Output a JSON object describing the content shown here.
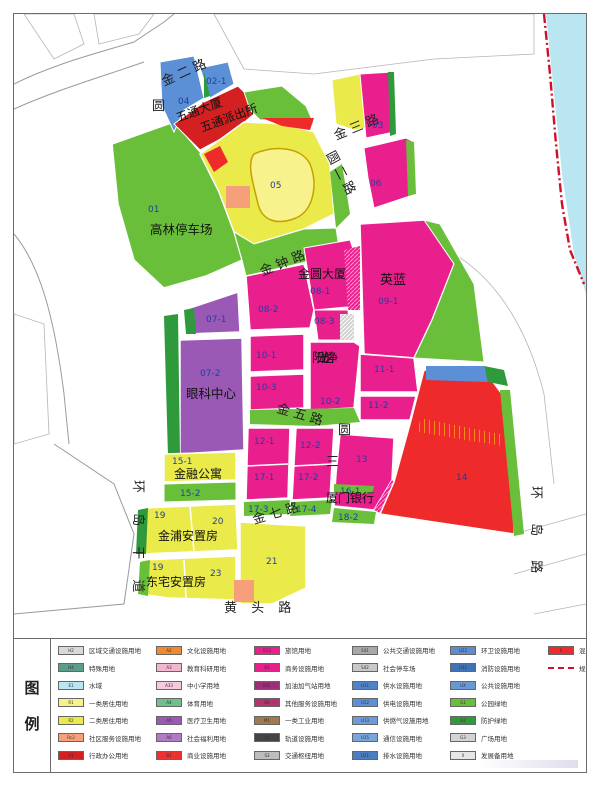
{
  "colors": {
    "road": "#ffffff",
    "road_edge": "#9a9a9a",
    "residential_1": "#f2ee6a",
    "residential_2": "#eaea4a",
    "commercial": "#ea1f8e",
    "medical": "#9b59b6",
    "green": "#6abf3a",
    "green_dark": "#2f9a3c",
    "mixed": "#ee2a2a",
    "admin": "#d42020",
    "blue": "#5b8fd6",
    "parking": "#c8c8c8",
    "water": "#b9e6f0",
    "boundary": "#d0102a",
    "salmon": "#f5a07a"
  },
  "streets": {
    "jin_er": "金 二 路",
    "yuan": "圆",
    "jin_san": "金 三 路",
    "yuan_er": "圆 二 路",
    "jin_zhong": "金 钟 路",
    "jin_wu": "金 五 路",
    "yuan_3": "圆",
    "yuan_3b": "三",
    "jin_qi": "金 七 路",
    "huan_dao_west": "环 岛 干 道",
    "huan_dao_east": "环 岛 路",
    "huang_tou": "黄 头 路"
  },
  "parcels": [
    {
      "code": "01",
      "name": "高林停车场"
    },
    {
      "code": "02-1",
      "name": "五通派出所"
    },
    {
      "code": "03",
      "name": ""
    },
    {
      "code": "04",
      "name": "五通大厦"
    },
    {
      "code": "05",
      "name": ""
    },
    {
      "code": "06",
      "name": ""
    },
    {
      "code": "07-1",
      "name": ""
    },
    {
      "code": "07-2",
      "name": "眼科中心"
    },
    {
      "code": "08-1",
      "name": "金圆大厦"
    },
    {
      "code": "08-2",
      "name": ""
    },
    {
      "code": "08-3",
      "name": ""
    },
    {
      "code": "09-1",
      "name": "英蓝"
    },
    {
      "code": "10-1",
      "name": ""
    },
    {
      "code": "10-2",
      "name": "阳光龙净"
    },
    {
      "code": "10-3",
      "name": ""
    },
    {
      "code": "11-1",
      "name": ""
    },
    {
      "code": "11-2",
      "name": ""
    },
    {
      "code": "12-1",
      "name": ""
    },
    {
      "code": "12-2",
      "name": ""
    },
    {
      "code": "13",
      "name": "厦门银行"
    },
    {
      "code": "14",
      "name": ""
    },
    {
      "code": "15-1",
      "name": "金融公寓"
    },
    {
      "code": "15-2",
      "name": ""
    },
    {
      "code": "16-1",
      "name": ""
    },
    {
      "code": "17-1",
      "name": ""
    },
    {
      "code": "17-2",
      "name": ""
    },
    {
      "code": "17-3",
      "name": ""
    },
    {
      "code": "17-4",
      "name": ""
    },
    {
      "code": "18-2",
      "name": ""
    },
    {
      "code": "19",
      "name": "金浦安置房"
    },
    {
      "code": "20",
      "name": ""
    },
    {
      "code": "19",
      "name": "东宅安置房"
    },
    {
      "code": "23",
      "name": ""
    },
    {
      "code": "21",
      "name": ""
    }
  ],
  "legend": {
    "title_1": "图",
    "title_2": "例",
    "items": [
      {
        "code": "H2",
        "label": "区域交通设施用地",
        "color": "#d9d9d9"
      },
      {
        "code": "H4",
        "label": "特殊用地",
        "color": "#5c9c8c"
      },
      {
        "code": "E1",
        "label": "水域",
        "color": "#b9e6f0"
      },
      {
        "code": "R1",
        "label": "一类居住用地",
        "color": "#f7f28c"
      },
      {
        "code": "R2",
        "label": "二类居住用地",
        "color": "#eaea4a"
      },
      {
        "code": "Rc2",
        "label": "社区服务设施用地",
        "color": "#f5a07a"
      },
      {
        "code": "A1",
        "label": "行政办公用地",
        "color": "#d42020"
      },
      {
        "code": "A2",
        "label": "文化设施用地",
        "color": "#f08a2a"
      },
      {
        "code": "A3",
        "label": "教育科研用地",
        "color": "#f3b6d0"
      },
      {
        "code": "A33",
        "label": "中小学用地",
        "color": "#f7c9dc"
      },
      {
        "code": "A4",
        "label": "体育用地",
        "color": "#6fc08a"
      },
      {
        "code": "A5",
        "label": "医疗卫生用地",
        "color": "#9b59b6"
      },
      {
        "code": "A6",
        "label": "社会福利用地",
        "color": "#b07ac8"
      },
      {
        "code": "B1",
        "label": "商业设施用地",
        "color": "#ee3030"
      },
      {
        "code": "B13",
        "label": "旅馆用地",
        "color": "#e8208a"
      },
      {
        "code": "B2",
        "label": "商务设施用地",
        "color": "#ea1f8e"
      },
      {
        "code": "B41",
        "label": "加油加气站用地",
        "color": "#9c2f7a"
      },
      {
        "code": "B9",
        "label": "其他服务设施用地",
        "color": "#b5336d"
      },
      {
        "code": "M1",
        "label": "一类工业用地",
        "color": "#a0794e"
      },
      {
        "code": "S2",
        "label": "轨道设施用地",
        "color": "#444444"
      },
      {
        "code": "S3",
        "label": "交通枢纽用地",
        "color": "#bdbdbd"
      },
      {
        "code": "S41",
        "label": "公共交通设施用地",
        "color": "#a8a8a8"
      },
      {
        "code": "S42",
        "label": "社会停车场",
        "color": "#c8c8c8"
      },
      {
        "code": "U11",
        "label": "供水设施用地",
        "color": "#4f84c8"
      },
      {
        "code": "U12",
        "label": "供电设施用地",
        "color": "#5b8fd6"
      },
      {
        "code": "U13",
        "label": "供燃气设施用地",
        "color": "#6d9ad8"
      },
      {
        "code": "U15",
        "label": "通信设施用地",
        "color": "#7aa4dc"
      },
      {
        "code": "U21",
        "label": "排水设施用地",
        "color": "#4a7ec0"
      },
      {
        "code": "U22",
        "label": "环卫设施用地",
        "color": "#5d8dcc"
      },
      {
        "code": "U31",
        "label": "消防设施用地",
        "color": "#3f73b8"
      },
      {
        "code": "UX",
        "label": "公共设施用地",
        "color": "#6b98d4"
      },
      {
        "code": "G1",
        "label": "公园绿地",
        "color": "#6abf3a"
      },
      {
        "code": "G2",
        "label": "防护绿地",
        "color": "#2f9a3c"
      },
      {
        "code": "G3",
        "label": "广场用地",
        "color": "#d3d3d3"
      },
      {
        "code": "X",
        "label": "发展备用地",
        "color": "#e6e6e6"
      },
      {
        "code": "X",
        "label": "混合用地",
        "color": "#ee2a2a"
      },
      {
        "code": "",
        "label": "规划范围",
        "color": ""
      }
    ]
  }
}
